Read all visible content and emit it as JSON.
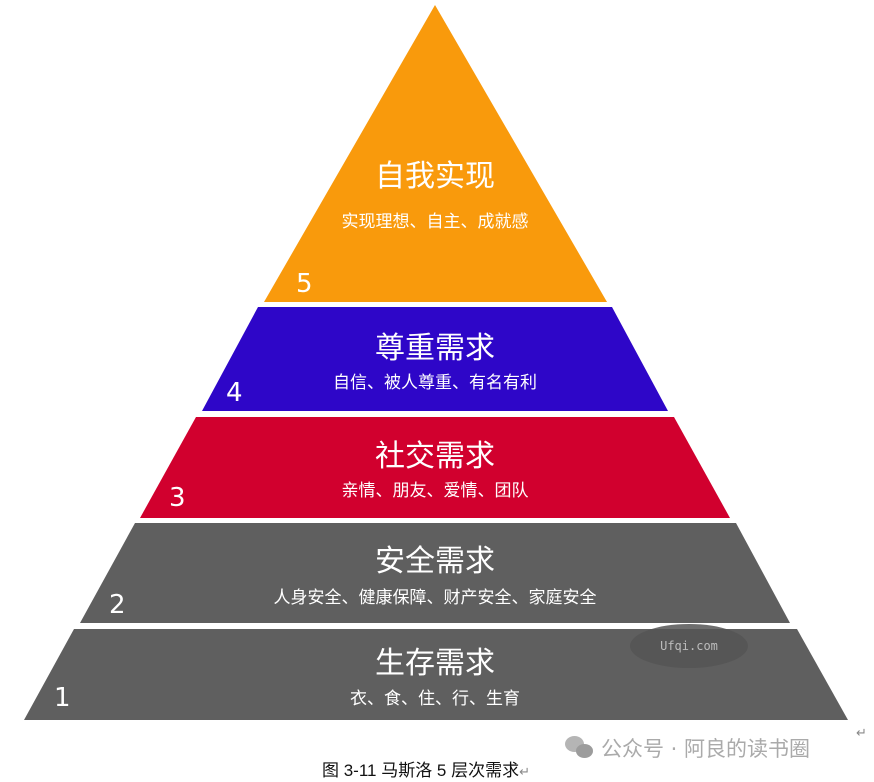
{
  "levels": [
    {
      "number": "5",
      "title": "自我实现",
      "subtitle": "实现理想、自主、成就感",
      "color": "#F99A0C"
    },
    {
      "number": "4",
      "title": "尊重需求",
      "subtitle": "自信、被人尊重、有名有利",
      "color": "#2E06C8"
    },
    {
      "number": "3",
      "title": "社交需求",
      "subtitle": "亲情、朋友、爱情、团队",
      "color": "#D1002E"
    },
    {
      "number": "2",
      "title": "安全需求",
      "subtitle": "人身安全、健康保障、财产安全、家庭安全",
      "color": "#5F5F5F"
    },
    {
      "number": "1",
      "title": "生存需求",
      "subtitle": "衣、食、住、行、生育",
      "color": "#5F5F5F"
    }
  ],
  "watermark_site": "Ufqi.com",
  "watermark": "公众号 · 阿良的读书圈",
  "caption": "图 3-11 马斯洛 5 层次需求",
  "return_mark": "↵"
}
